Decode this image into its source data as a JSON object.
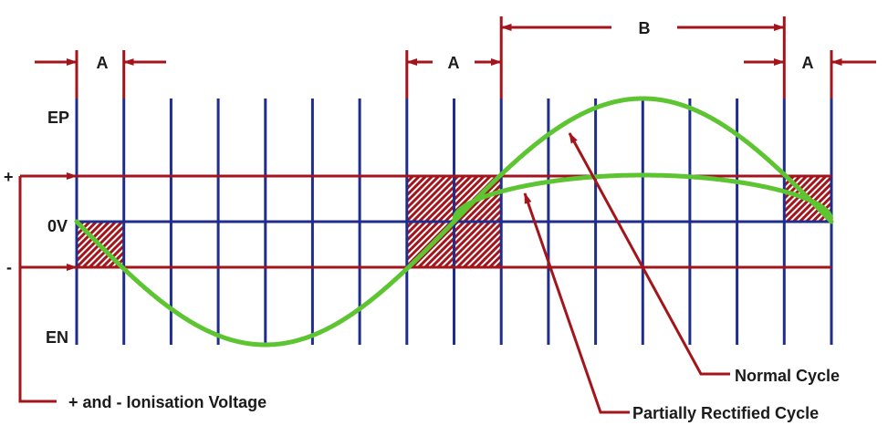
{
  "labels": {
    "ep": "EP",
    "zero_volts": "0V",
    "en": "EN",
    "plus": "+",
    "minus": "-"
  },
  "dimensions": {
    "a_left": "A",
    "a_middle": "A",
    "b": "B",
    "a_right": "A"
  },
  "callouts": {
    "normal_cycle": "Normal Cycle",
    "partially_rectified_cycle": "Partially Rectified Cycle",
    "ionisation_voltage": "+ and - Ionisation Voltage"
  },
  "colors": {
    "grid": "#1f2d8f",
    "annotation": "#a3141b",
    "waveform": "#5ec532"
  }
}
